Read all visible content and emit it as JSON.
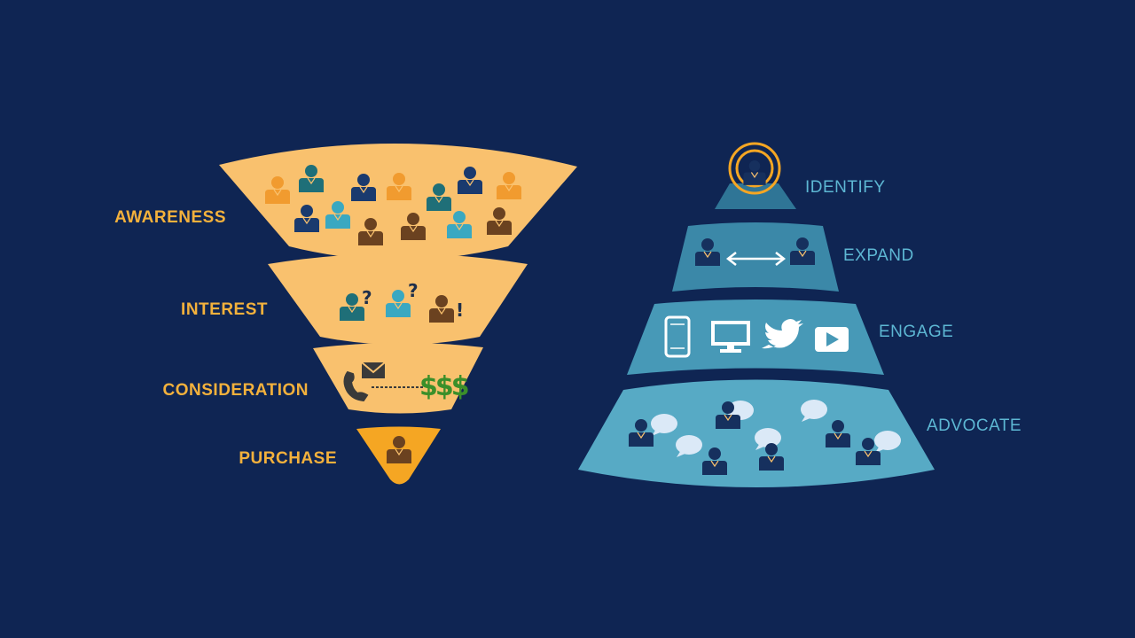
{
  "colors": {
    "background": "#0f2553",
    "funnel_fill": "#f9c16e",
    "funnel_bottom_fill": "#f5a623",
    "funnel_label": "#f3b13c",
    "pyramid_tier_1": "#2f7596",
    "pyramid_tier_2": "#3b88a8",
    "pyramid_tier_3": "#4799b7",
    "pyramid_tier_4": "#57aac5",
    "pyramid_label": "#5db7d3",
    "person_orange": "#f19b2f",
    "person_teal": "#1f6f78",
    "person_light_teal": "#3aa8c1",
    "person_navy": "#1a3a6e",
    "person_brown": "#6b4220",
    "person_dark": "#16305e",
    "money_green": "#3b8f2a",
    "speech_bubble": "#dbe9f7"
  },
  "funnel": {
    "stages": [
      {
        "label": "AWARENESS",
        "icons": [
          "person-orange",
          "person-teal",
          "person-navy",
          "person-orange",
          "person-teal",
          "person-navy",
          "person-orange",
          "person-navy",
          "person-light-teal",
          "person-brown",
          "person-brown",
          "person-light-teal",
          "person-brown"
        ]
      },
      {
        "label": "INTEREST",
        "icons": [
          "person-teal",
          "question-mark",
          "person-light-teal",
          "question-mark",
          "person-brown",
          "exclamation-mark"
        ]
      },
      {
        "label": "CONSIDERATION",
        "icons": [
          "phone",
          "envelope",
          "dashed-line",
          "dollar-signs"
        ],
        "dollar_text": "$$$"
      },
      {
        "label": "PURCHASE",
        "icons": [
          "person-brown"
        ]
      }
    ]
  },
  "pyramid": {
    "stages": [
      {
        "label": "IDENTIFY",
        "icons": [
          "person-dark",
          "target-rings"
        ]
      },
      {
        "label": "EXPAND",
        "icons": [
          "person-dark",
          "double-arrow",
          "person-dark"
        ]
      },
      {
        "label": "ENGAGE",
        "icons": [
          "smartphone",
          "monitor",
          "twitter-bird",
          "video-play"
        ]
      },
      {
        "label": "ADVOCATE",
        "icons": [
          "person-dark",
          "speech-bubble"
        ]
      }
    ]
  }
}
